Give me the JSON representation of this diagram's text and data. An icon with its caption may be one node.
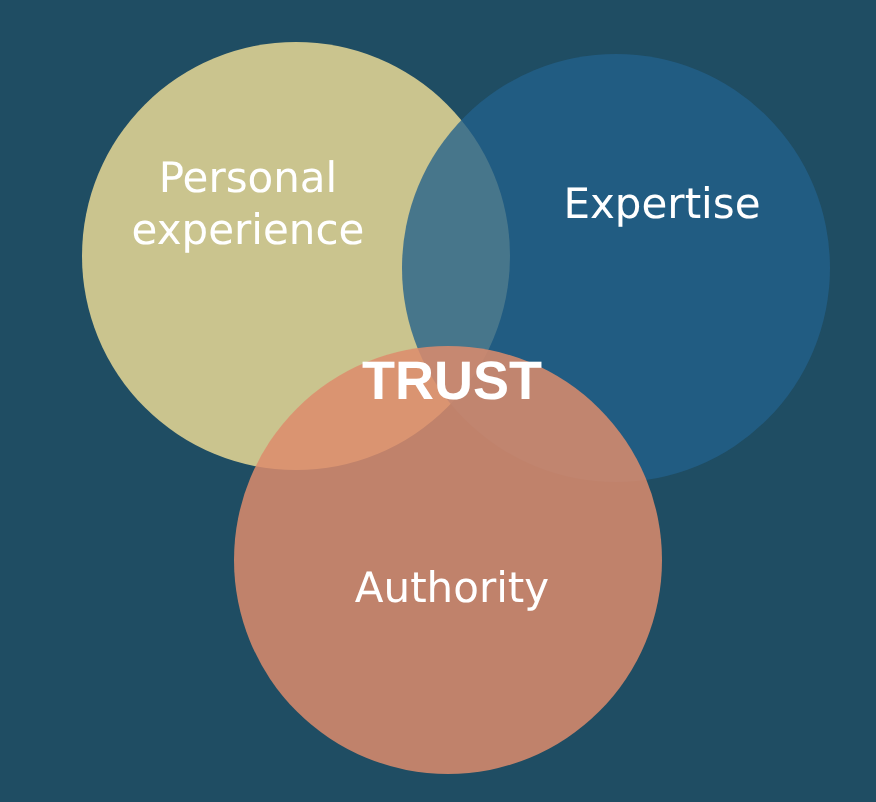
{
  "diagram": {
    "nodes": [
      {
        "text": [
          "Personal experience"
        ]
      },
      {
        "text": [
          "Expertise"
        ]
      },
      {
        "text": [
          "Authority"
        ]
      }
    ],
    "labels": [
      "TRUST"
    ]
  }
}
